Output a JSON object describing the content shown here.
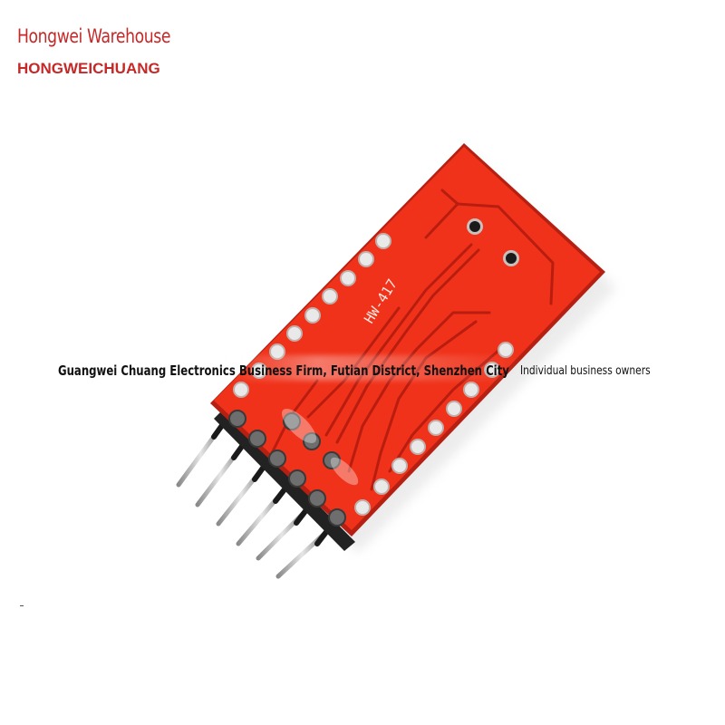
{
  "header": {
    "brand_title": "Hongwei Warehouse",
    "brand_subtitle": "HONGWEICHUANG",
    "brand_color": "#c62828"
  },
  "watermark": {
    "left_text": "Guangwei Chuang Electronics Business Firm, Futian District, Shenzhen City",
    "right_text": "Individual business owners"
  },
  "product": {
    "silkscreen_label": "HW-417",
    "board_color": "#f0321a",
    "trace_color": "#b81d10",
    "pad_color": "#e8e8e8",
    "header_pin_count": 6
  }
}
